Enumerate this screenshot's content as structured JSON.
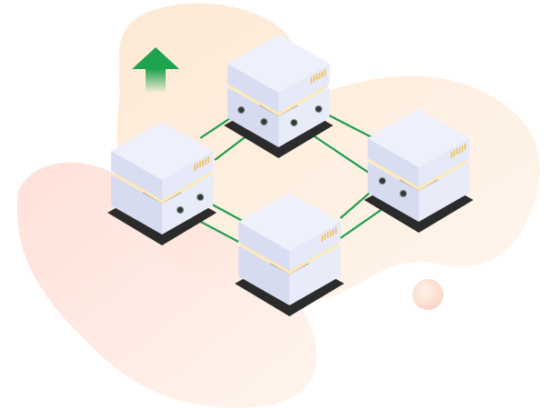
{
  "illustration": {
    "colors": {
      "background": "#ffffff",
      "blob_peach": "#fdeedd",
      "blob_pink": "#fde3dc",
      "server_top": "#eef1fb",
      "server_left": "#d9ddf1",
      "server_right": "#e6e9f7",
      "accent_yellow": "#f5b41c",
      "base_shadow": "#2b2b2b",
      "connector_green": "#1e9e4f",
      "arrow_green": "#1ea34e"
    },
    "icons": [
      "arrow-up-icon",
      "server-icon"
    ],
    "servers": [
      "server-top",
      "server-left",
      "server-right",
      "server-bottom"
    ]
  }
}
